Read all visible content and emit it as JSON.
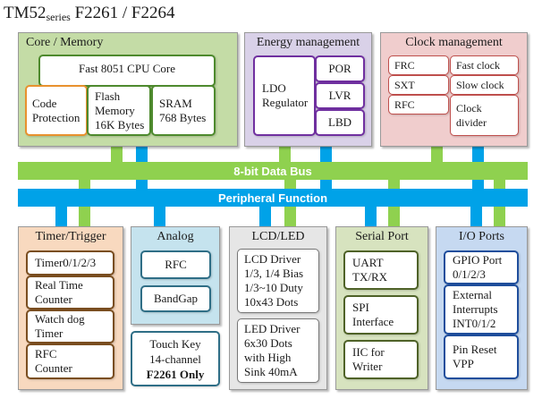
{
  "title": {
    "main": "TM52",
    "sub": "series",
    "rest": " F2261 / F2264"
  },
  "colors": {
    "green_bus": "#8fd14f",
    "blue_bus": "#00a2e8",
    "orange": "#e8912e",
    "purple": "#7030a0",
    "red": "#c0504d",
    "green": "#4e8a2e",
    "blue": "#3a6fc4"
  },
  "core": {
    "title": "Core / Memory",
    "cpu": "Fast 8051 CPU Core",
    "code_protection": "Code\nProtection",
    "flash": "Flash\nMemory\n16K Bytes",
    "sram": "SRAM\n768 Bytes"
  },
  "energy": {
    "title": "Energy management",
    "ldo": "LDO\nRegulator",
    "por": "POR",
    "lvr": "LVR",
    "lbd": "LBD"
  },
  "clock": {
    "title": "Clock management",
    "frc": "FRC",
    "sxt": "SXT",
    "rfc": "RFC",
    "fast": "Fast clock",
    "slow": "Slow clock",
    "divider": "Clock\ndivider"
  },
  "buses": {
    "data": "8-bit Data Bus",
    "peripheral": "Peripheral Function"
  },
  "timer": {
    "title": "Timer/Trigger",
    "items": [
      "Timer0/1/2/3",
      "Real Time\nCounter",
      "Watch dog\nTimer",
      "RFC\nCounter"
    ]
  },
  "analog": {
    "title": "Analog",
    "rfc": "RFC",
    "bandgap": "BandGap",
    "touch_line1": "Touch Key\n14-channel",
    "touch_line2": "F2261 Only"
  },
  "lcd": {
    "title": "LCD/LED",
    "lcd_driver": "LCD Driver\n1/3, 1/4 Bias\n1/3~10 Duty\n10x43 Dots",
    "led_driver": "LED Driver\n6x30 Dots\nwith High\nSink 40mA"
  },
  "serial": {
    "title": "Serial Port",
    "uart": "UART\nTX/RX",
    "spi": "SPI\nInterface",
    "iic": "IIC for\nWriter"
  },
  "io": {
    "title": "I/O Ports",
    "gpio": "GPIO Port\n0/1/2/3",
    "ext_int": "External\nInterrupts\nINT0/1/2",
    "reset": "Pin Reset\nVPP"
  }
}
